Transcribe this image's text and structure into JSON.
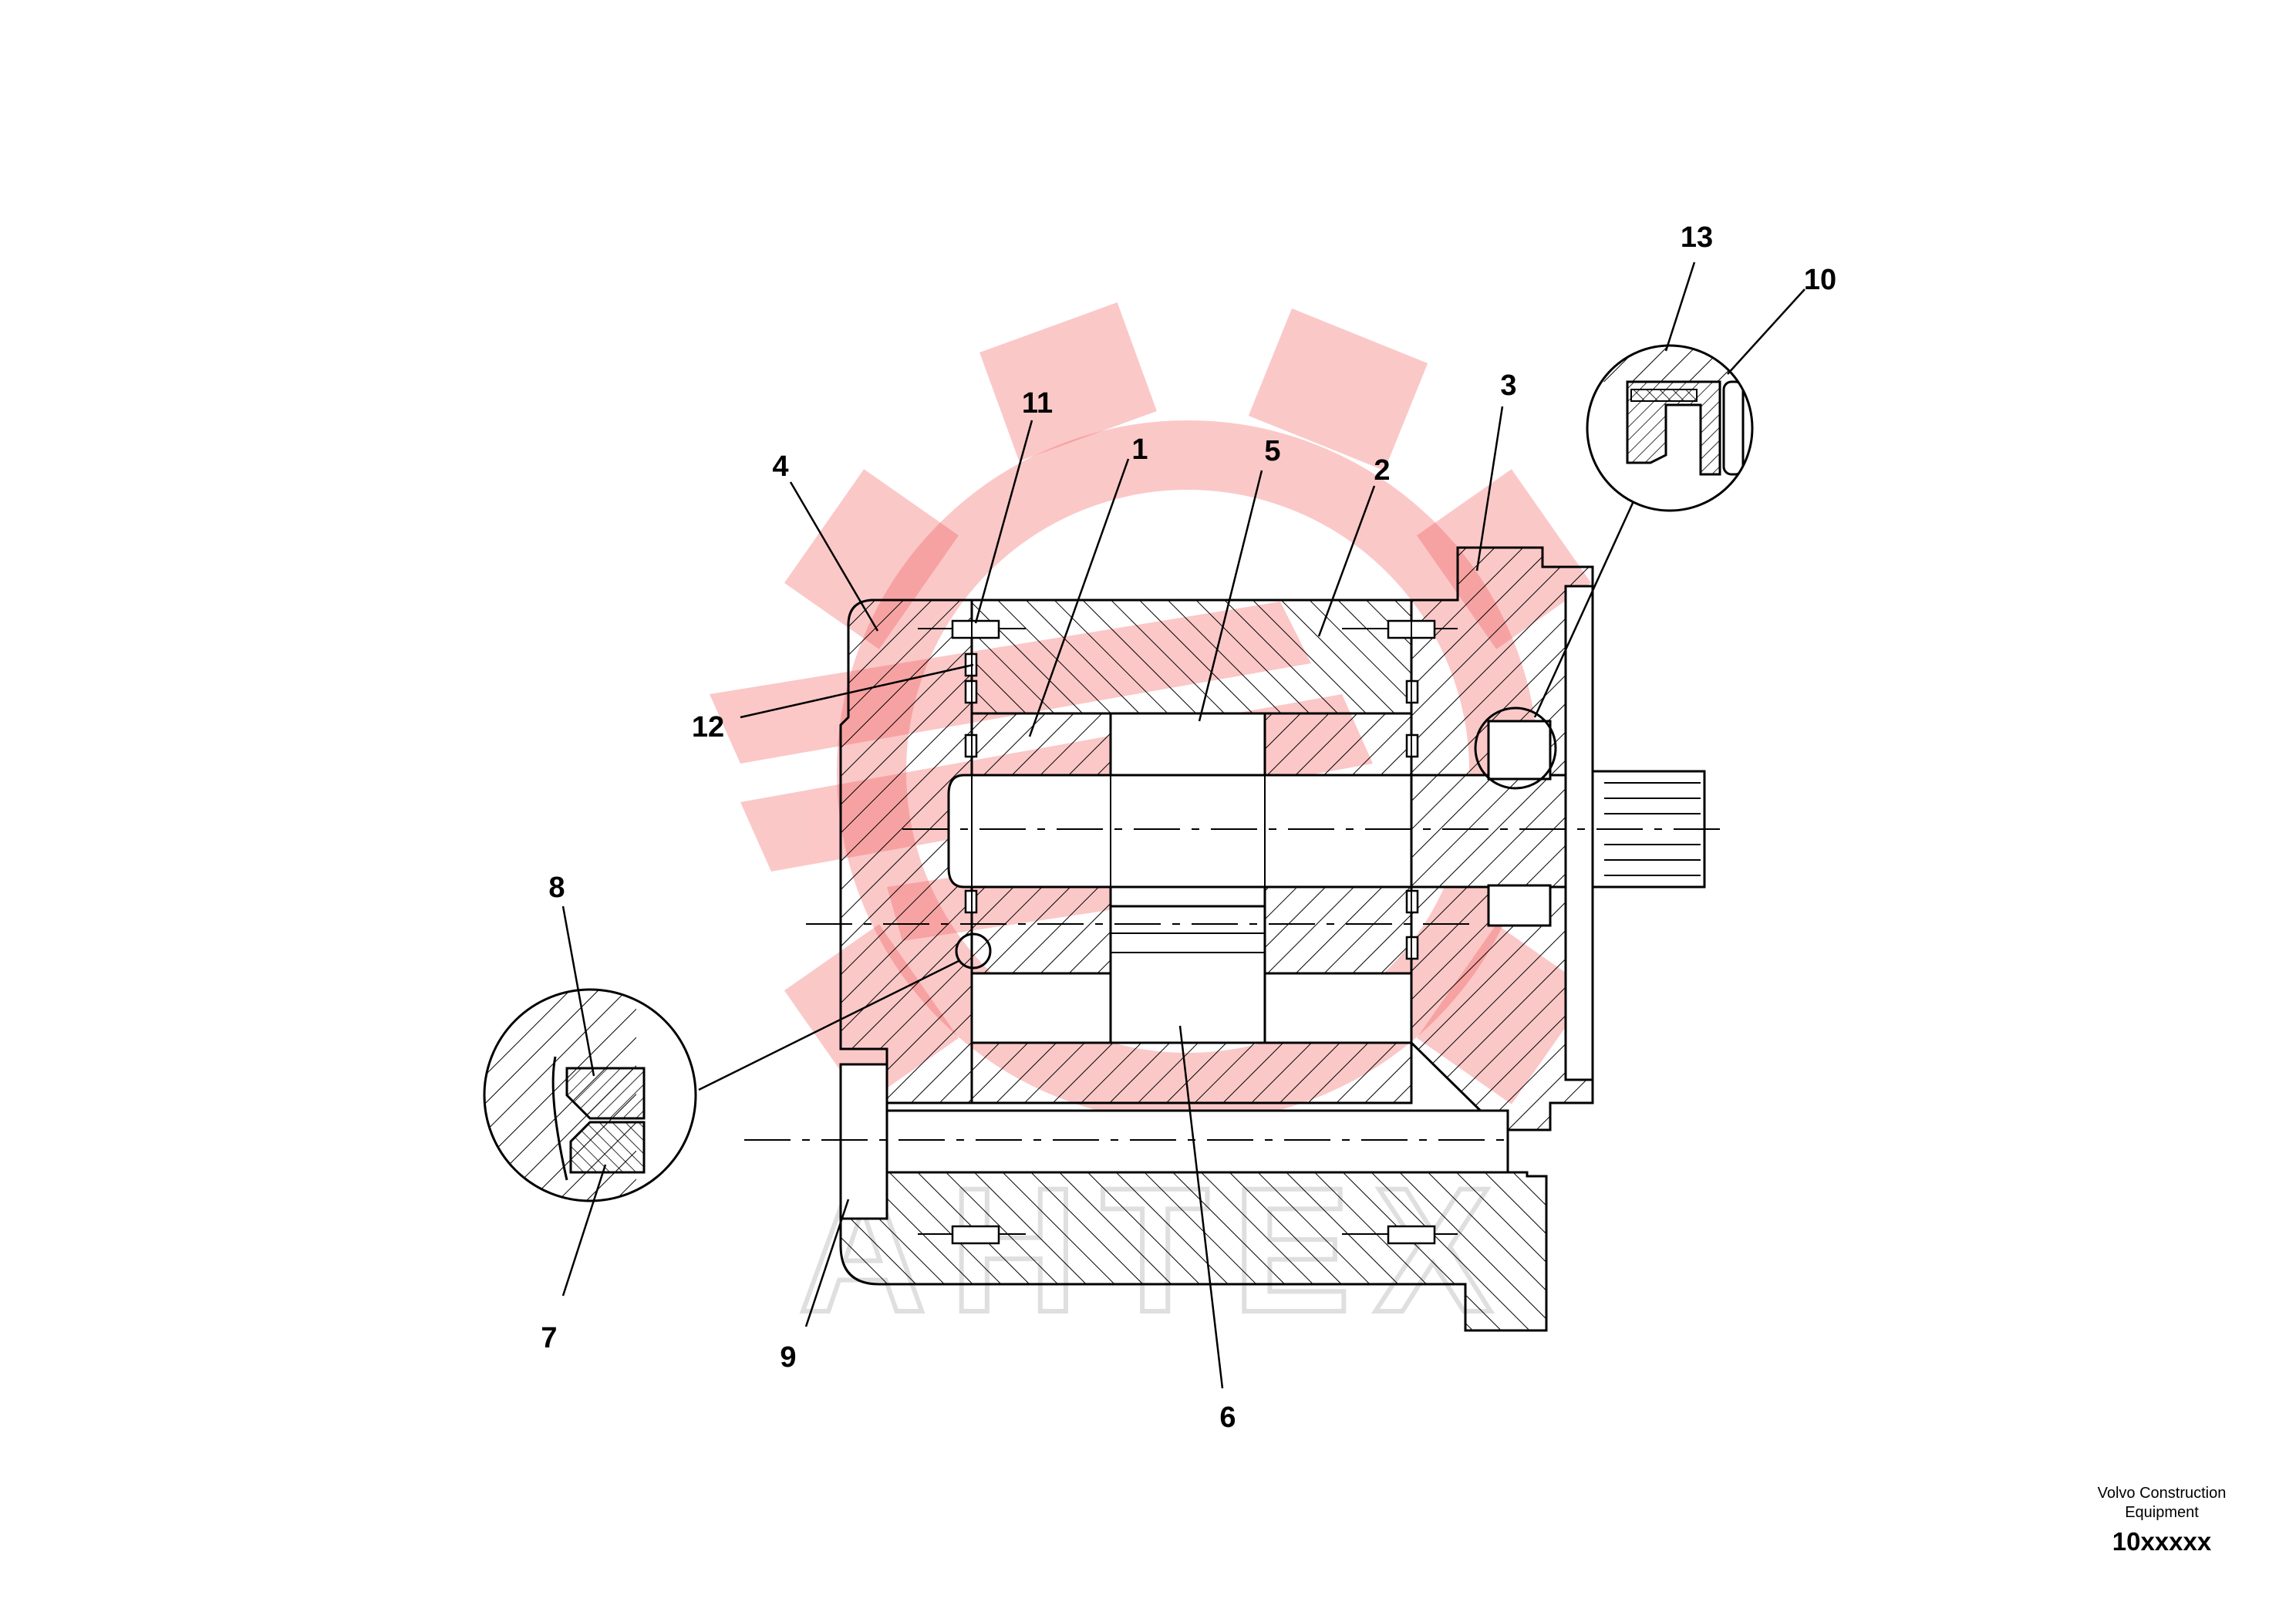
{
  "drawing": {
    "callouts": {
      "n1": "1",
      "n2": "2",
      "n3": "3",
      "n4": "4",
      "n5": "5",
      "n6": "6",
      "n7": "7",
      "n8": "8",
      "n9": "9",
      "n10": "10",
      "n11": "11",
      "n12": "12",
      "n13": "13"
    },
    "watermark_text": "AHTEX",
    "colors": {
      "line": "#000000",
      "watermark_red": "#f04040",
      "watermark_gray": "#cccccc"
    }
  },
  "titleblock": {
    "company_line1": "Volvo Construction",
    "company_line2": "Equipment",
    "drawing_code": "10xxxxx"
  }
}
